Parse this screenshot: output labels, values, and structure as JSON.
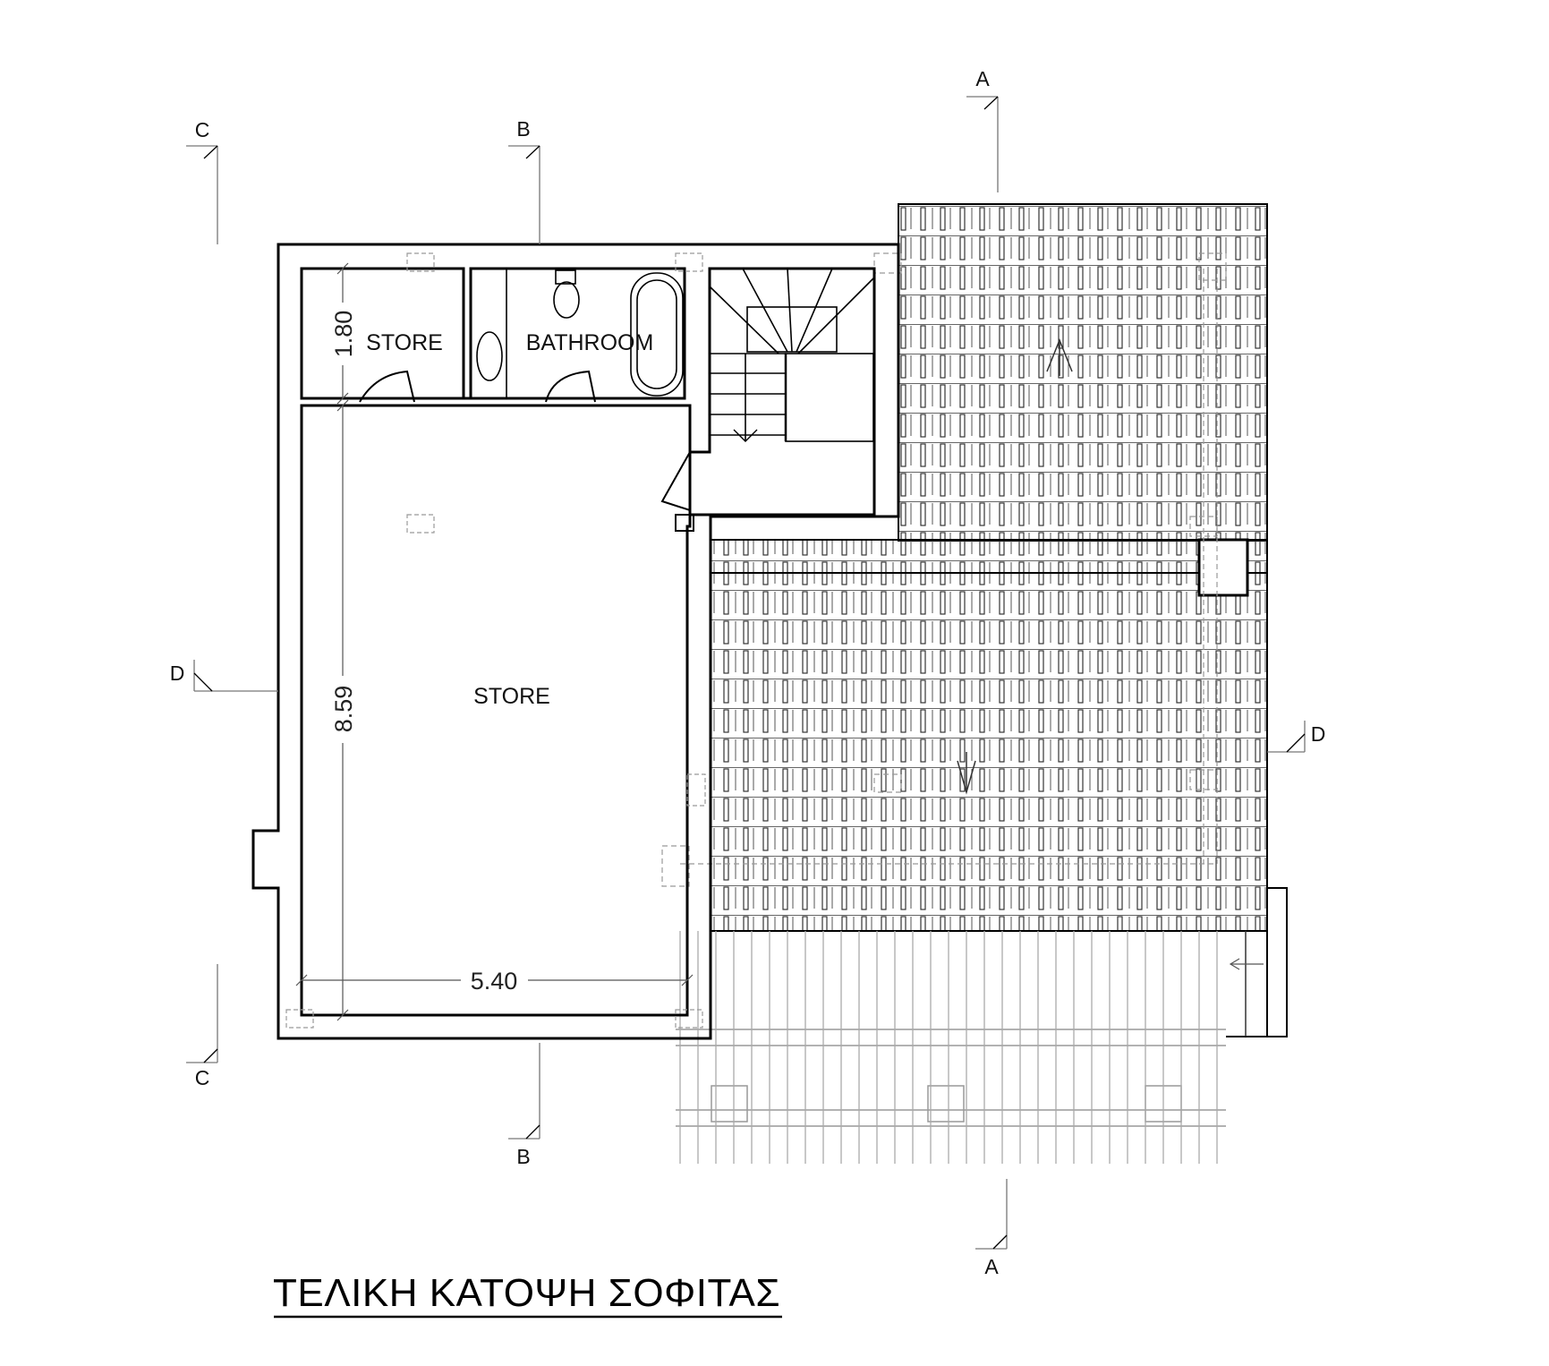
{
  "title": "ΤΕΛΙΚΗ ΚΑΤΟΨΗ ΣΟΦΙΤΑΣ",
  "rooms": {
    "store_small": "STORE",
    "bathroom": "BATHROOM",
    "store_main": "STORE"
  },
  "dimensions": {
    "store_small_depth": "1.80",
    "store_main_length": "8.59",
    "store_main_width": "5.40"
  },
  "sections": {
    "a_top": "A",
    "a_bottom": "A",
    "b_top": "B",
    "b_bottom": "B",
    "c_top": "C",
    "c_bottom": "C",
    "d_left": "D",
    "d_right": "D"
  },
  "colors": {
    "line": "#000000",
    "faint": "#9a9a9a"
  }
}
